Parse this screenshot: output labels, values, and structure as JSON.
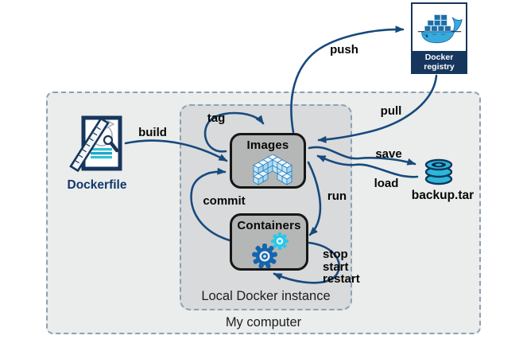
{
  "colors": {
    "arrow": "#174a7c",
    "navy": "#17365d",
    "cyan": "#2bb7dc",
    "outer_fill": "#ebecec",
    "inner_fill": "#d9dadb",
    "node_fill": "#b5b6b6",
    "dash_border": "#8aa1b6",
    "node_border": "#161616",
    "label": "#060606"
  },
  "outer_box": {
    "label": "My computer"
  },
  "inner_box": {
    "label": "Local Docker instance"
  },
  "nodes": {
    "images": {
      "label": "Images",
      "icon": "cubes-pyramid-icon"
    },
    "containers": {
      "label": "Containers",
      "icon": "gears-icon"
    },
    "dockerfile": {
      "label": "Dockerfile",
      "icon": "document-ruler-icon"
    },
    "registry": {
      "line1": "Docker",
      "line2": "registry",
      "icon": "docker-whale-icon"
    },
    "backup": {
      "label": "backup.tar",
      "icon": "database-stack-icon"
    }
  },
  "arrows": {
    "build": "build",
    "tag": "tag",
    "push": "push",
    "pull": "pull",
    "save": "save",
    "load": "load",
    "run": "run",
    "commit": "commit",
    "lifecycle": {
      "stop": "stop",
      "start": "start",
      "restart": "restart"
    }
  }
}
